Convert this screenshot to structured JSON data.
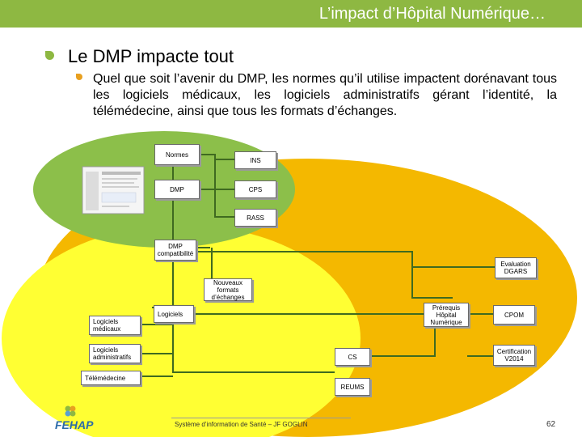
{
  "header": {
    "title": "L’impact d’Hôpital Numérique…"
  },
  "slide": {
    "heading": "Le DMP impacte tout",
    "paragraph": "Quel que soit l’avenir du DMP, les normes qu’il utilise impactent dorénavant tous les logiciels médicaux, les logiciels administratifs gérant l’identité, la télémédecine, ainsi que tous les formats d’échanges."
  },
  "diagram": {
    "nodes": {
      "normes": "Normes",
      "ins": "INS",
      "dmp": "DMP",
      "cps": "CPS",
      "rass": "RASS",
      "dmp_compat": "DMP compatibilité",
      "evaluation": "Evaluation DGARS",
      "nouveaux_formats": "Nouveaux formats d’échanges",
      "prerequis": "Prérequis Hôpital Numérique",
      "cpom": "CPOM",
      "logiciels": "Logiciels",
      "logiciels_medicaux": "Logiciels médicaux",
      "logiciels_admin": "Logiciels administratifs",
      "certification": "Certification V2014",
      "cs": "CS",
      "telemedecine": "Télémédecine",
      "reums": "REUMS"
    },
    "colors": {
      "green_zone": "#8cbf4a",
      "yellow_zone": "#ffff33",
      "orange_zone": "#f4b800",
      "connector": "#3f6a20"
    }
  },
  "footer": {
    "logo_text": "FEHAP",
    "credit": "Système d’information de Santé – JF GOGLIN",
    "page": "62"
  }
}
